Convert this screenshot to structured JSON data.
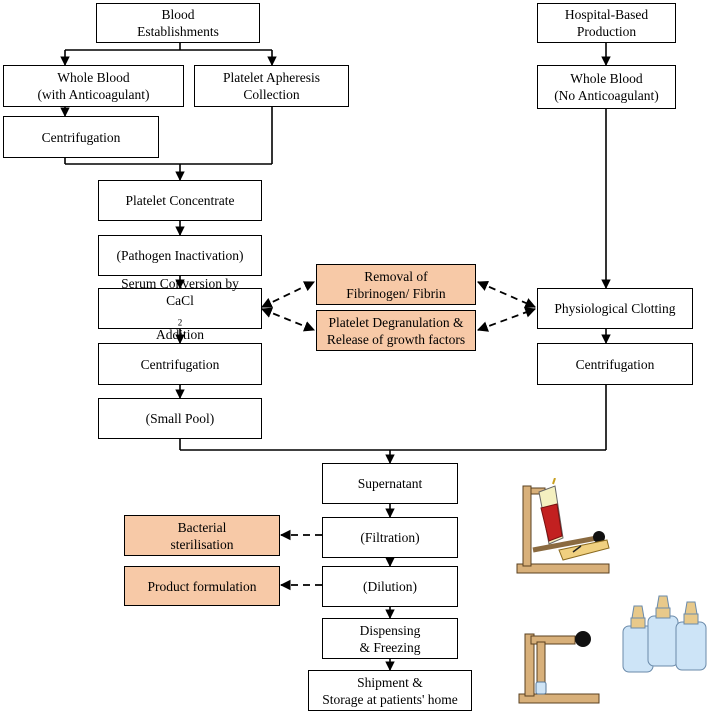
{
  "colors": {
    "highlight": "#f7c9a7",
    "line": "#000000"
  },
  "nodes": {
    "blood_establishments": {
      "l1": "Blood",
      "l2": "Establishments"
    },
    "hospital_based": {
      "l1": "Hospital-Based",
      "l2": "Production"
    },
    "whole_blood_anti": {
      "l1": "Whole Blood",
      "l2": "(with Anticoagulant)"
    },
    "apheresis": {
      "l1": "Platelet Apheresis",
      "l2": "Collection"
    },
    "whole_blood_no": {
      "l1": "Whole Blood",
      "l2": "(No Anticoagulant)"
    },
    "centrifugation_1": "Centrifugation",
    "platelet_concentrate": "Platelet Concentrate",
    "pathogen_inactivation": "(Pathogen Inactivation)",
    "serum_conversion": {
      "l1": "Serum Conversion by",
      "l2a": "CaCl",
      "l2sub": "2",
      "l2b": " Addition"
    },
    "removal_fibrinogen": {
      "l1": "Removal of",
      "l2": "Fibrinogen/ Fibrin"
    },
    "degranulation": {
      "l1": "Platelet Degranulation  &",
      "l2": "Release of growth  factors"
    },
    "physiological_clotting": "Physiological  Clotting",
    "centrifugation_2": "Centrifugation",
    "centrifugation_3": "Centrifugation",
    "small_pool": "(Small Pool)",
    "supernatant": "Supernatant",
    "filtration": "(Filtration)",
    "bacterial_sterilisation": {
      "l1": "Bacterial",
      "l2": "sterilisation"
    },
    "dilution": "(Dilution)",
    "product_formulation": "Product formulation",
    "dispensing": {
      "l1": "Dispensing",
      "l2": "& Freezing"
    },
    "shipment": {
      "l1": "Shipment  &",
      "l2": "Storage at patients' home"
    }
  },
  "illustrations": [
    "filtration-apparatus-icon",
    "dispensing-apparatus-icon",
    "vials-icon"
  ]
}
